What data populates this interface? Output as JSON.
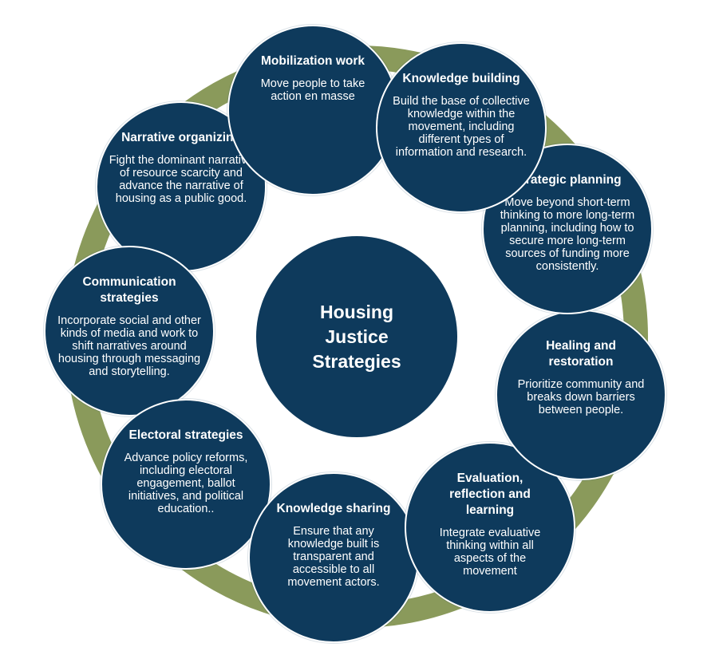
{
  "colors": {
    "node_fill": "#0e3a5c",
    "ring": "#8a9a5b",
    "text": "#ffffff"
  },
  "center": {
    "title": "Housing Justice Strategies"
  },
  "nodes": [
    {
      "title": "Mobilization work",
      "body": "Move people to take action en masse"
    },
    {
      "title": "Knowledge building",
      "body": "Build the base of collective knowledge within the movement, including different types of information and research."
    },
    {
      "title": "Strategic planning",
      "body": "Move beyond short-term thinking to more long-term planning, including how to secure more long-term sources of funding more consistently."
    },
    {
      "title": "Healing and restoration",
      "body": "Prioritize community and breaks down barriers between people."
    },
    {
      "title": "Evaluation, reflection and learning",
      "body": "Integrate evaluative thinking within all aspects of the movement"
    },
    {
      "title": "Knowledge sharing",
      "body": "Ensure that any knowledge built is transparent and accessible to all movement actors."
    },
    {
      "title": "Electoral strategies",
      "body": "Advance policy reforms, including electoral engagement, ballot initiatives, and political education.."
    },
    {
      "title": "Communication strategies",
      "body": "Incorporate social and other kinds of media and work to shift narratives around housing through messaging and storytelling."
    },
    {
      "title": "Narrative organizing",
      "body": "Fight the dominant narrative of resource scarcity and advance the narrative of housing as a public good."
    }
  ]
}
